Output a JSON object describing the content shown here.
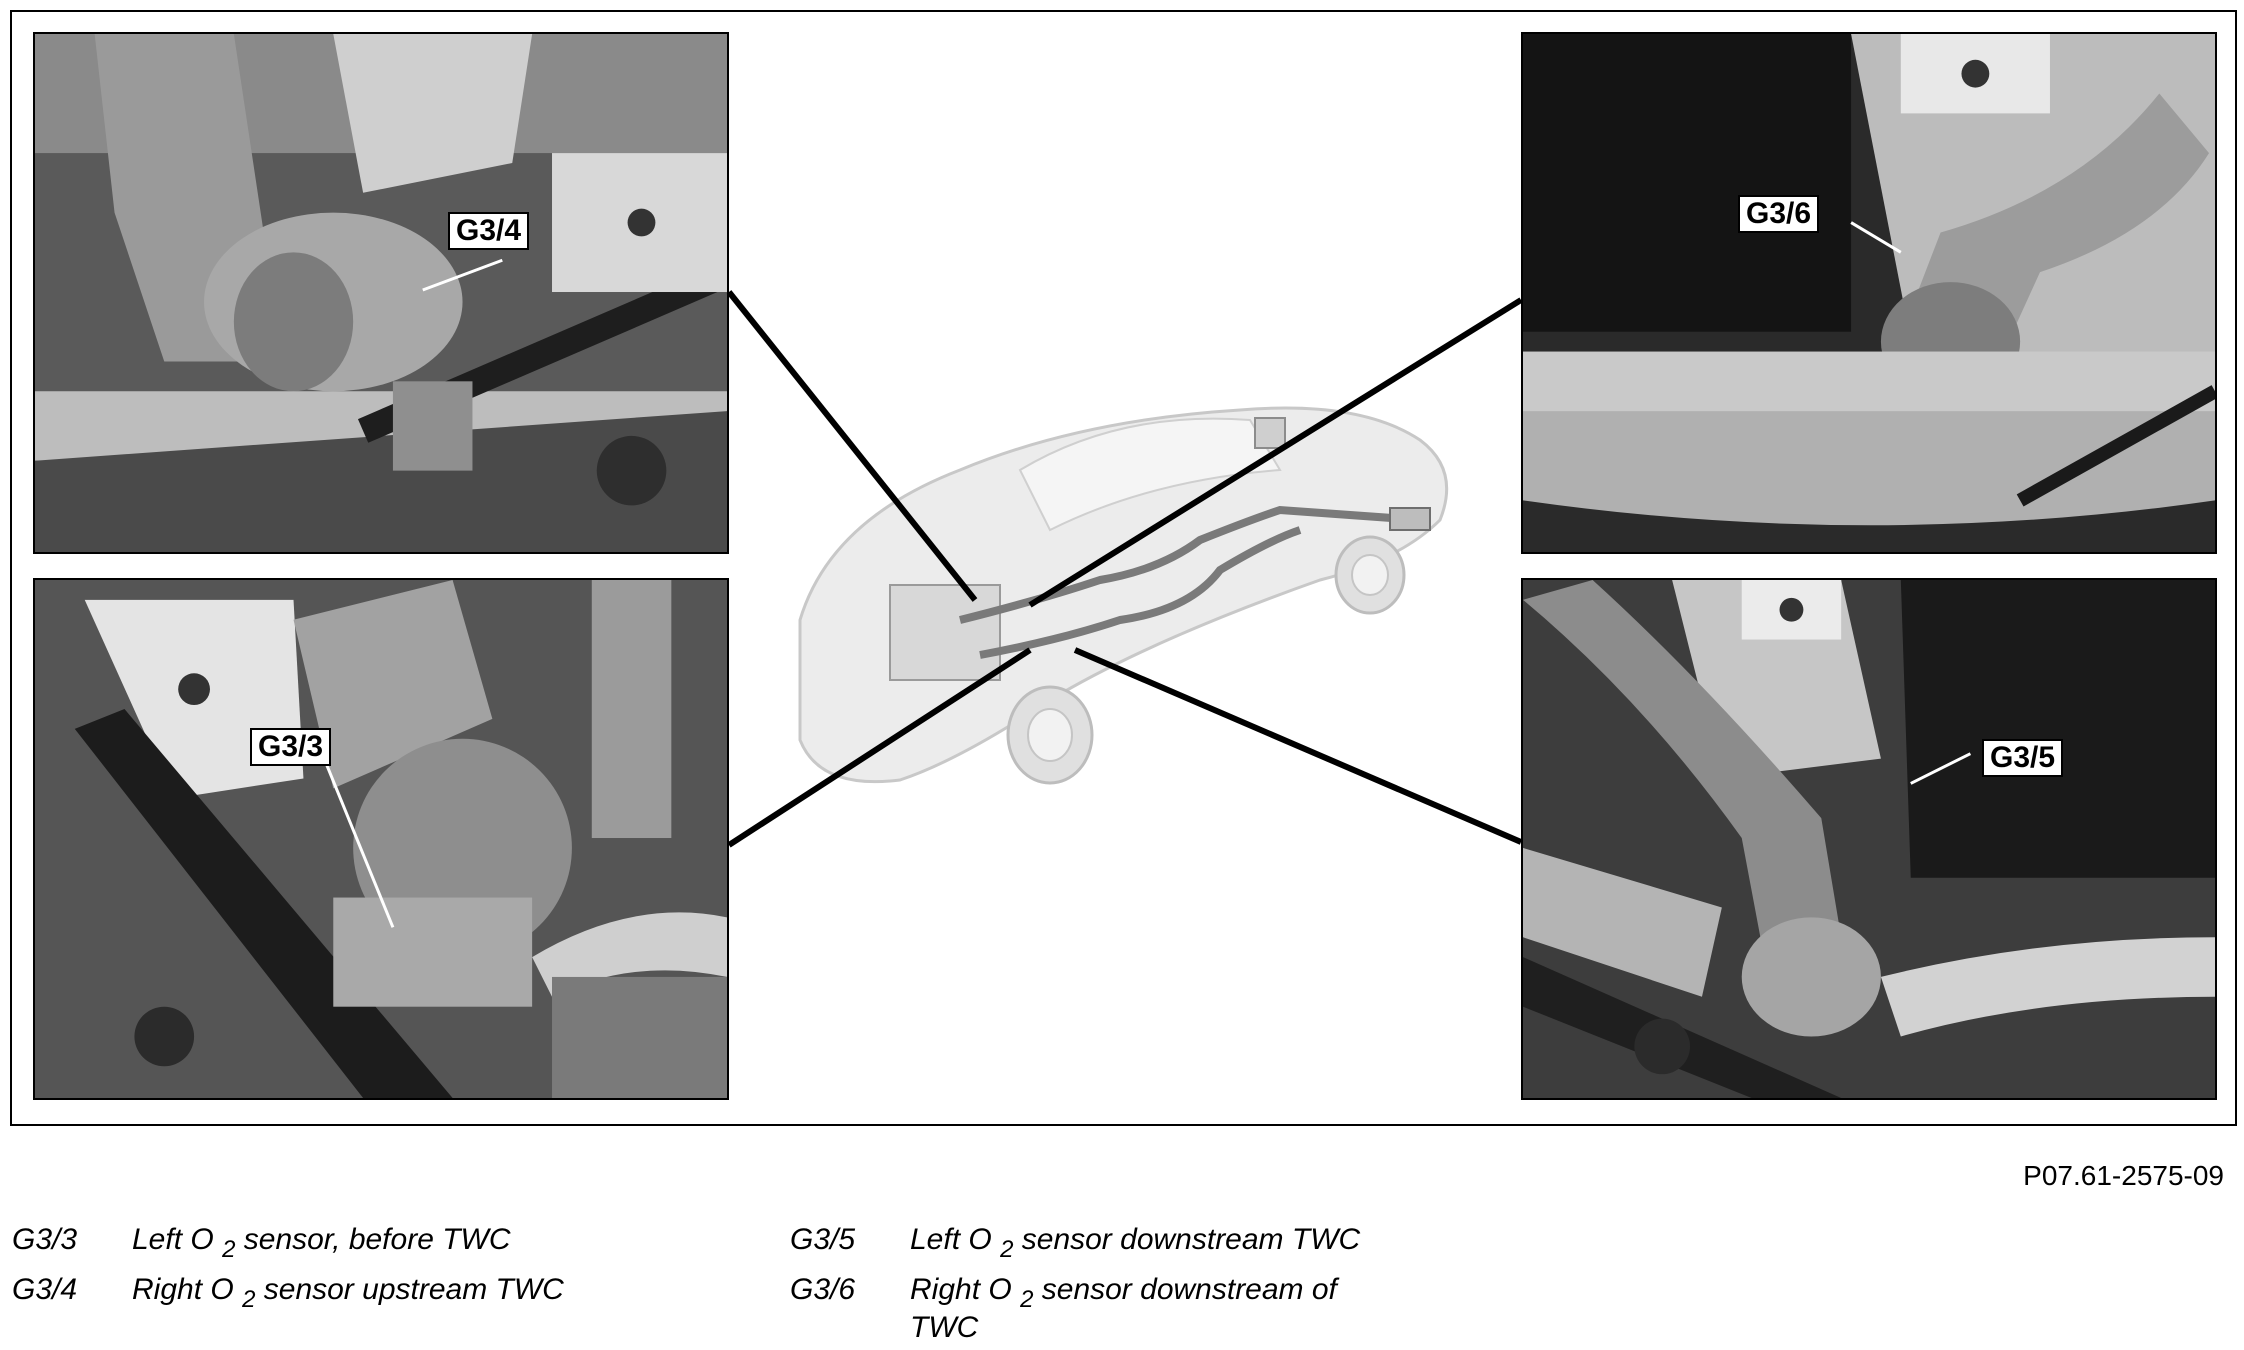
{
  "callouts": {
    "g34": "G3/4",
    "g33": "G3/3",
    "g36": "G3/6",
    "g35": "G3/5"
  },
  "figure_ref": "P07.61-2575-09",
  "legend": [
    {
      "code": "G3/3",
      "pre": "Left O",
      "sub": "2",
      "post": " sensor, before TWC"
    },
    {
      "code": "G3/4",
      "pre": "Right O",
      "sub": "2",
      "post": " sensor upstream TWC"
    },
    {
      "code": "G3/5",
      "pre": "Left O",
      "sub": "2",
      "post": " sensor downstream TWC"
    },
    {
      "code": "G3/6",
      "pre": "Right O",
      "sub": "2",
      "post": " sensor downstream of TWC"
    }
  ]
}
